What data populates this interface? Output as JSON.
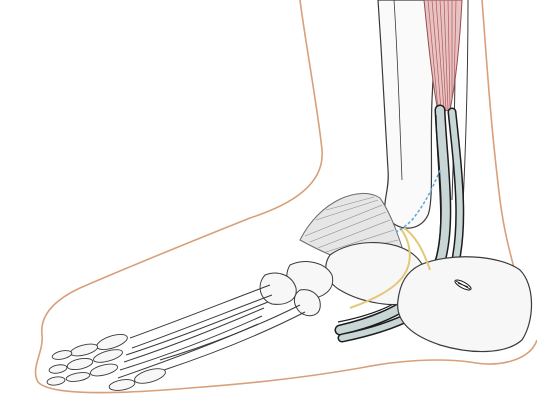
{
  "diagram": {
    "subject": "medial-ankle-foot-anatomy",
    "colors": {
      "background": "#ffffff",
      "skin_outline": "#d8a07a",
      "bone_stroke": "#3a3a3a",
      "muscle_fill": "#c98585",
      "muscle_stroke": "#9a4b4b",
      "tendon_sheath_fill": "#c9d6d6",
      "tendon_sheath_stroke": "#1c1c1c",
      "ligament_stroke": "#6b6b6b",
      "nerve_color": "#e4c779",
      "vessel_color": "#5aa6d6"
    },
    "parts": [
      "skin-outline",
      "tibia",
      "fibula",
      "calf-muscle",
      "tendon-bundle",
      "deltoid-ligament",
      "talus",
      "calcaneus",
      "navicular",
      "metatarsals",
      "phalanges",
      "nerve",
      "vessel",
      "anchor-screw"
    ]
  }
}
